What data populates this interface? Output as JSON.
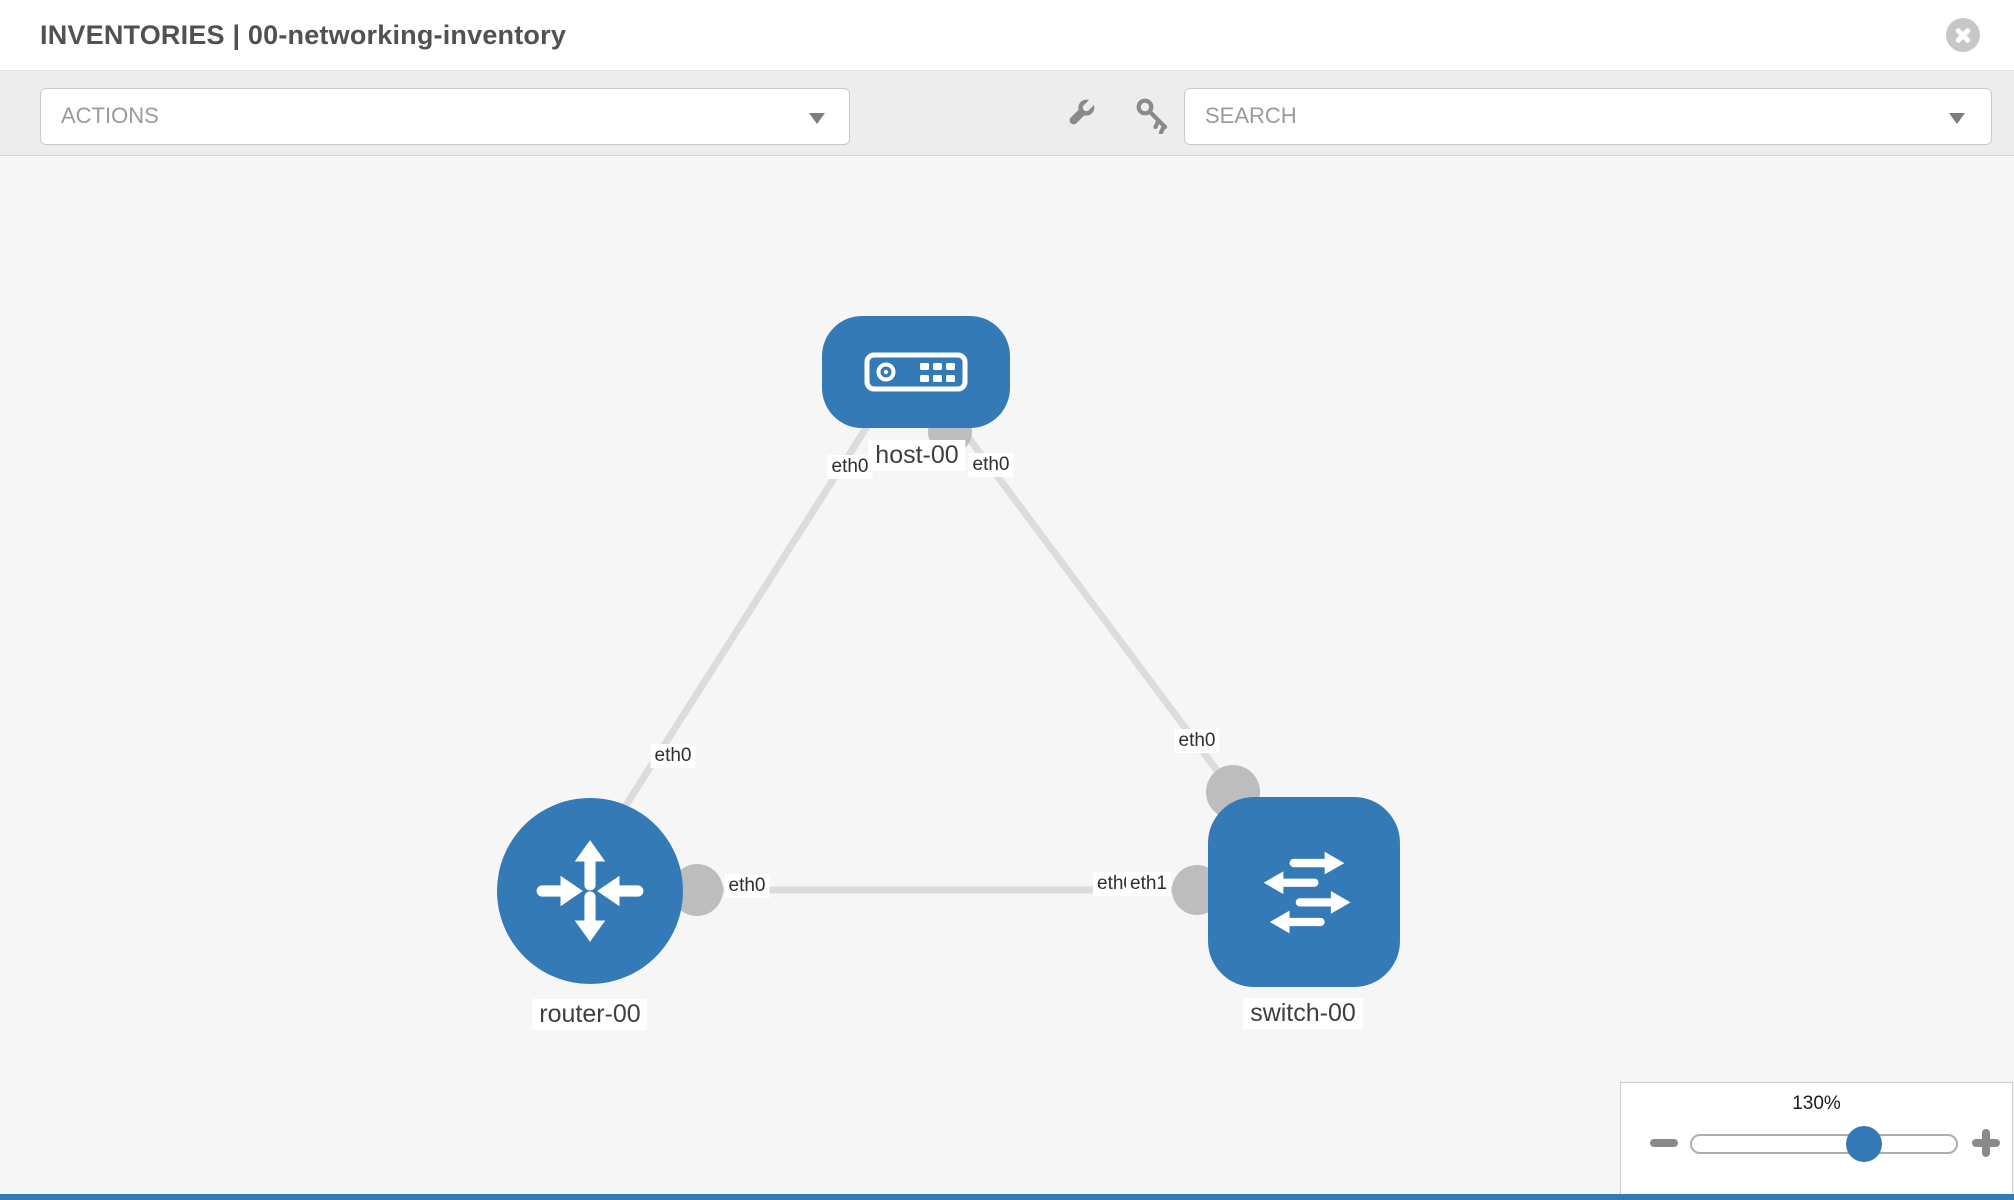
{
  "header": {
    "title": "INVENTORIES | 00-networking-inventory"
  },
  "toolbar": {
    "actions_label": "ACTIONS",
    "search_label": "SEARCH",
    "icons": [
      "wrench",
      "key"
    ]
  },
  "zoom_control": {
    "level": "130%",
    "percent_position": 65
  },
  "colors": {
    "node_blue": "#337ab7",
    "canvas_bg": "#f6f6f6",
    "toolbar_bg": "#ededed",
    "link_gray": "#dcdcdc",
    "connector_gray": "#bdbdbd",
    "icon_gray": "#8a8a8a"
  },
  "topology": {
    "nodes": [
      {
        "id": "host-00",
        "type": "host",
        "label": "host-00"
      },
      {
        "id": "router-00",
        "type": "router",
        "label": "router-00"
      },
      {
        "id": "switch-00",
        "type": "switch",
        "label": "switch-00"
      }
    ],
    "links": [
      {
        "from": "host-00",
        "to": "router-00",
        "from_label": "eth0",
        "to_label": "eth0"
      },
      {
        "from": "host-00",
        "to": "switch-00",
        "from_label": "eth0",
        "to_label": "eth0"
      },
      {
        "from": "router-00",
        "to": "switch-00",
        "from_label": "eth0",
        "to_label": "eth1",
        "overlapped_label": "eth0"
      }
    ]
  }
}
